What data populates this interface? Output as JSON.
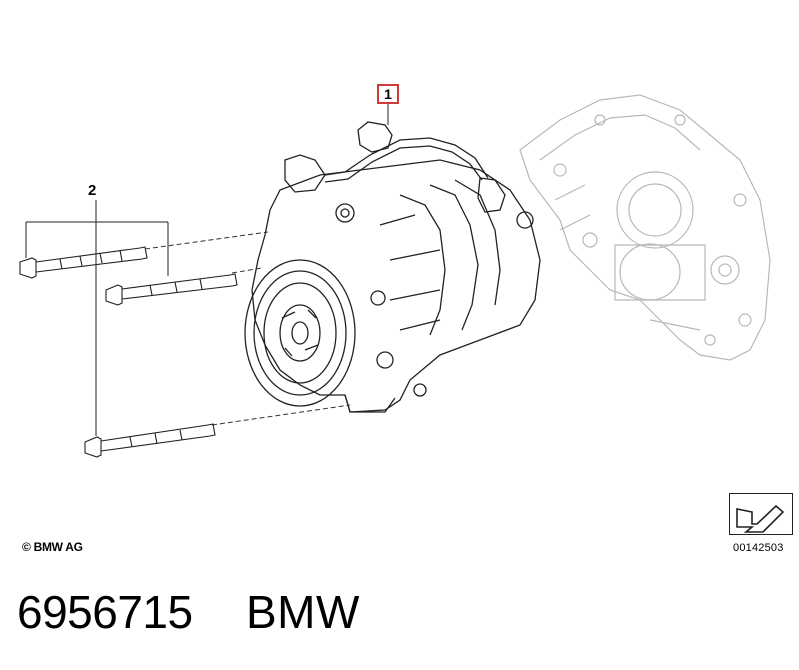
{
  "diagram": {
    "callouts": {
      "compressor": "1",
      "bolts": "2"
    },
    "copyright": "© BMW AG",
    "reference_number": "00142503"
  },
  "footer": {
    "part_number": "6956715",
    "brand": "BMW"
  }
}
